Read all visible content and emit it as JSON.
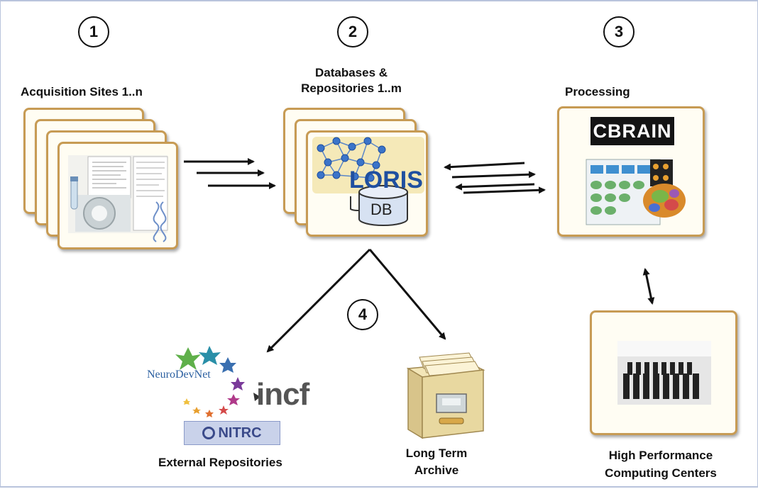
{
  "steps": {
    "one": "1",
    "two": "2",
    "three": "3",
    "four": "4"
  },
  "labels": {
    "acquisition": "Acquisition Sites 1..n",
    "databases_line1": "Databases &",
    "databases_line2": "Repositories 1..m",
    "processing": "Processing",
    "external": "External Repositories",
    "archive_line1": "Long Term",
    "archive_line2": "Archive",
    "hpc_line1": "High Performance",
    "hpc_line2": "Computing Centers"
  },
  "logos": {
    "loris": "LORIS",
    "db": "DB",
    "cbrain": "CBRAIN",
    "neurodevnet": "NeuroDevNet",
    "incf": "incf",
    "nitrc": "NITRC"
  },
  "colors": {
    "card_border": "#c79b54",
    "loris_blue": "#1f4fa0",
    "node_blue": "#3b74c9"
  },
  "icons": [
    "right-arrow-icon",
    "bidirectional-arrow-icon",
    "database-cylinder-icon",
    "network-graph-icon",
    "file-cabinet-icon",
    "server-room-icon",
    "mri-scanner-icon",
    "dna-icon"
  ]
}
